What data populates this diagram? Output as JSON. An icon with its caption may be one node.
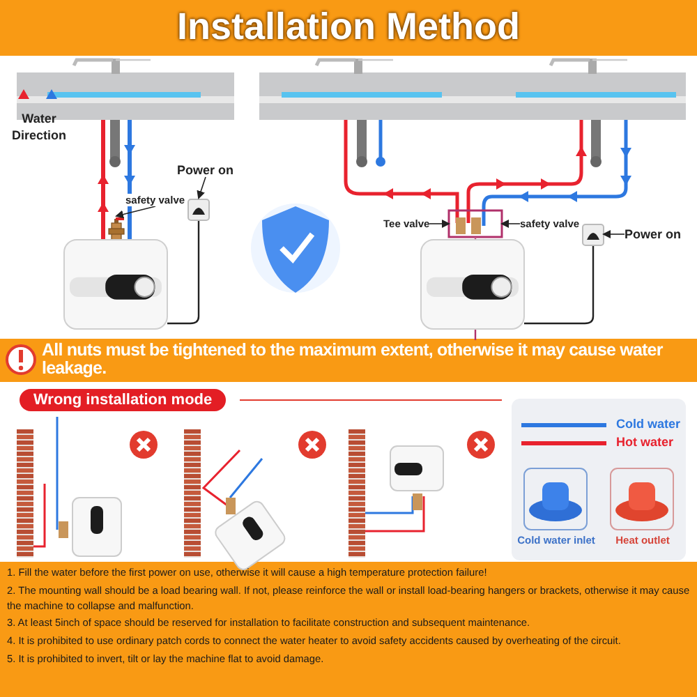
{
  "diagram": {
    "title": "Installation Method",
    "nodes": [
      {
        "text": [
          "safety valve"
        ]
      },
      {
        "text": [
          "Power on"
        ]
      },
      {
        "text": [
          "Tee valve"
        ]
      },
      {
        "text": [
          "safety valve"
        ]
      },
      {
        "text": [
          "Power on"
        ]
      },
      {
        "text": [],
        "shape": "box"
      },
      {
        "text": [],
        "shape": "picture"
      },
      {
        "text": [],
        "shape": "picture"
      },
      {
        "text": [],
        "shape": "picture"
      },
      {
        "text": [],
        "shape": "picture"
      },
      {
        "text": [],
        "shape": "picture"
      }
    ],
    "edges": [
      {
        "from": 0,
        "to": 6,
        "arrow": "to"
      },
      {
        "from": 1,
        "to": 7,
        "arrow": "to"
      },
      {
        "from": 2,
        "to": 5,
        "arrow": "to"
      },
      {
        "from": 3,
        "to": 5,
        "arrow": "to"
      },
      {
        "from": 4,
        "to": 8,
        "arrow": "to"
      },
      {
        "from": 7,
        "to": 9,
        "arrow": "none"
      },
      {
        "from": 8,
        "to": 10,
        "arrow": "none"
      }
    ],
    "labels": [
      "Water Direction",
      "All nuts must be tightened to the maximum extent, otherwise it may cause water leakage.",
      "Wrong installation mode",
      "Cold water inlet",
      "Heat outlet",
      "1. Fill the water before the first power on use, otherwise it will cause a high temperature protection failure!",
      "2. The mounting wall should be a load bearing wall. If not, please reinforce the wall or install load-bearing hangers or brackets, otherwise it may cause the machine to collapse and malfunction.",
      "3. At least 5inch of space should be reserved for installation to facilitate construction and subsequent maintenance.",
      "4. It is prohibited to use ordinary patch cords to connect the water heater to avoid safety accidents caused by overheating of the circuit.",
      "5. It is prohibited to invert, tilt or lay the machine flat to avoid damage."
    ],
    "legend": [
      {
        "text": "Cold water"
      },
      {
        "text": "Hot water"
      }
    ]
  }
}
